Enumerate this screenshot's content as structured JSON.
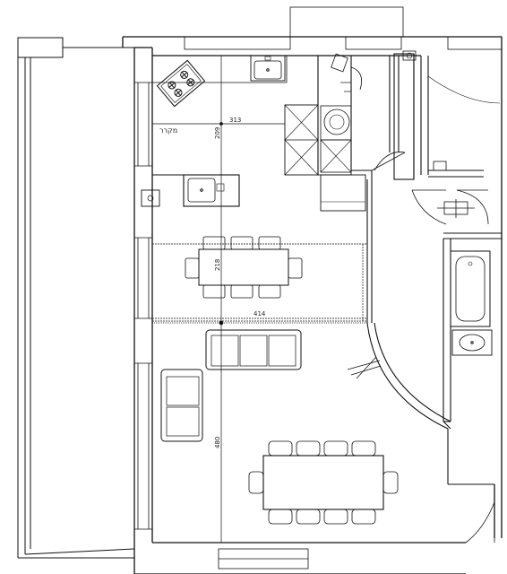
{
  "dimensions": {
    "kitchen_width": "313",
    "kitchen_depth": "209",
    "dining_depth": "218",
    "dining_width": "414",
    "living_depth": "480"
  },
  "labels": {
    "kitchen_note": "מקרר"
  },
  "colors": {
    "line": "#111111",
    "background": "#ffffff"
  },
  "symbols": [
    "stove-icon",
    "sink-icon",
    "washing-machine-icon",
    "dining-table",
    "sofa",
    "armchair",
    "bathtub",
    "washbasin",
    "toilet"
  ]
}
